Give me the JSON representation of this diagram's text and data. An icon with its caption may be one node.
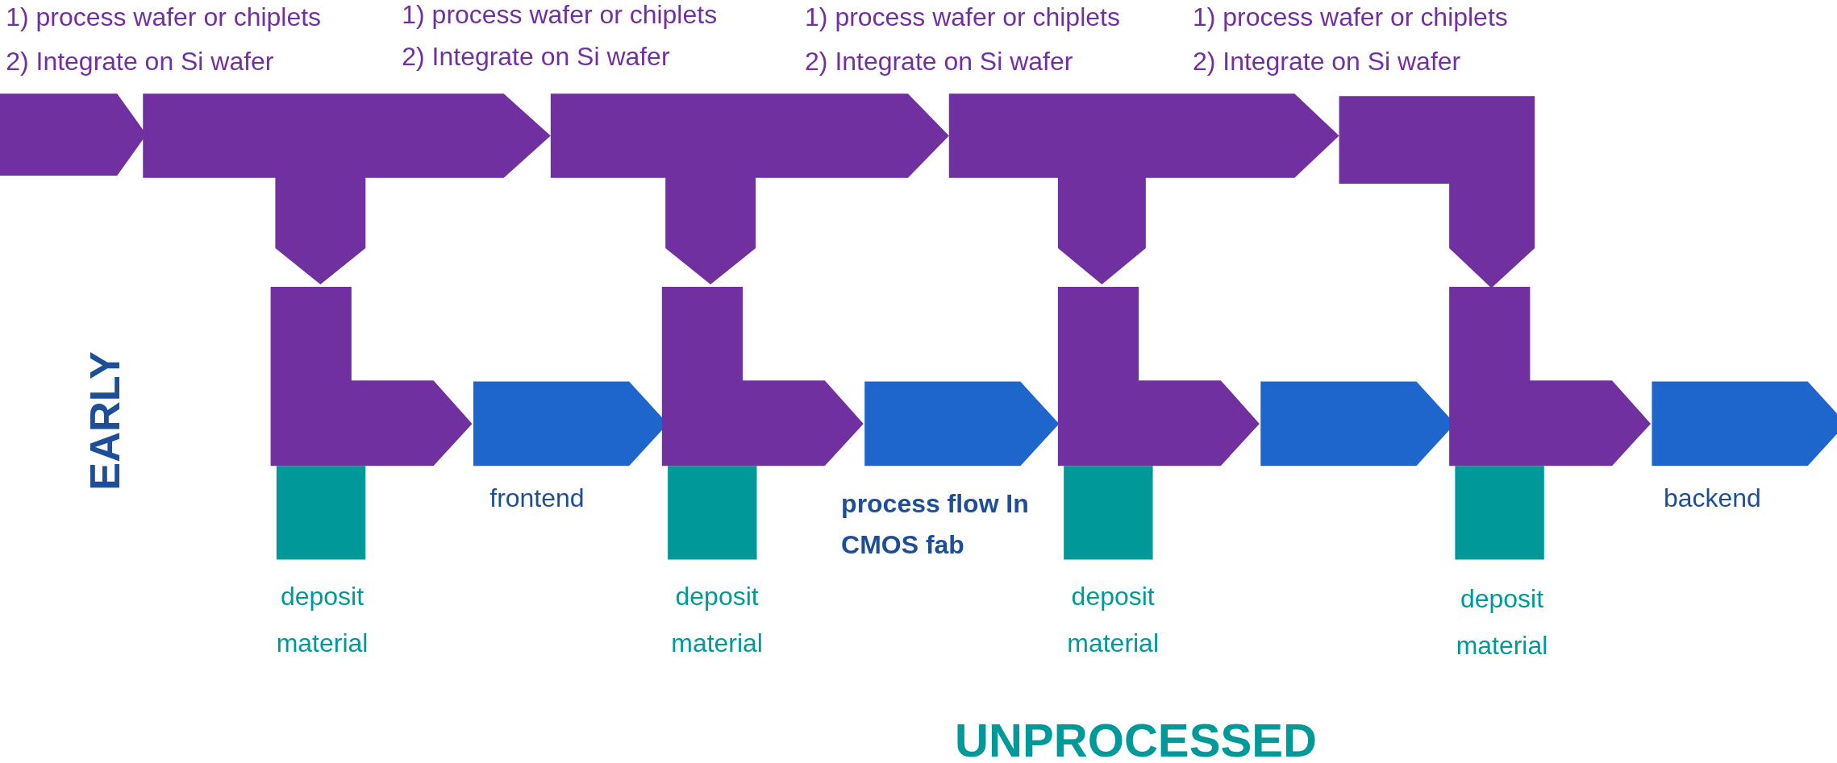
{
  "diagram": {
    "labels": [
      "1) process wafer or chiplets",
      "2) Integrate on Si wafer",
      "1) process wafer or chiplets",
      "2) Integrate on Si wafer",
      "1) process wafer or chiplets",
      "2) Integrate on Si wafer",
      "1) process wafer or chiplets",
      "2) Integrate on Si wafer",
      "EARLY",
      "frontend",
      "process flow In CMOS fab",
      "backend",
      "deposit material",
      "deposit material",
      "deposit material",
      "deposit material",
      "UNPROCESSED"
    ]
  }
}
